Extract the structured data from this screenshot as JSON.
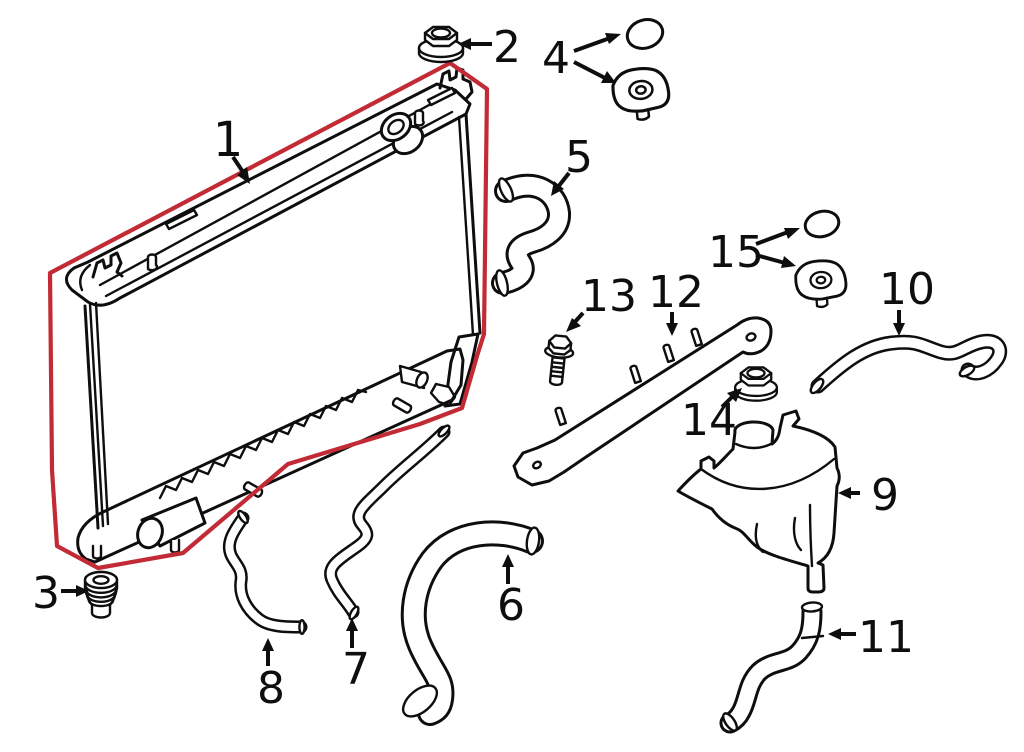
{
  "diagram": {
    "background_color": "#ffffff",
    "line_color": "#0e0e0e",
    "highlight_color": "#c22b35",
    "parts": [
      {
        "label": "1"
      },
      {
        "label": "2"
      },
      {
        "label": "3"
      },
      {
        "label": "4"
      },
      {
        "label": "5"
      },
      {
        "label": "6"
      },
      {
        "label": "7"
      },
      {
        "label": "8"
      },
      {
        "label": "9"
      },
      {
        "label": "10"
      },
      {
        "label": "11"
      },
      {
        "label": "12"
      },
      {
        "label": "13"
      },
      {
        "label": "14"
      },
      {
        "label": "15"
      }
    ]
  }
}
